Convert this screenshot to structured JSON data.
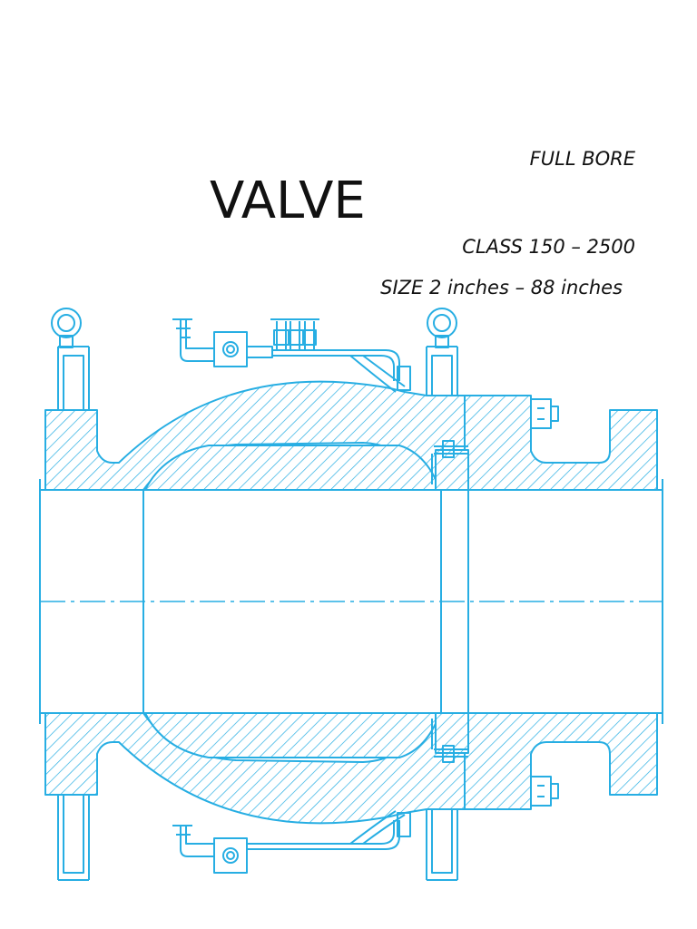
{
  "header": {
    "title": "VALVE",
    "bore_label": "FULL BORE",
    "class_label": "CLASS 150 – 2500",
    "size_label": "SIZE 2 inches – 88 inches"
  },
  "drawing": {
    "line_color": "#27aee3",
    "hatch_color": "#27aee3",
    "background": "#ffffff"
  }
}
